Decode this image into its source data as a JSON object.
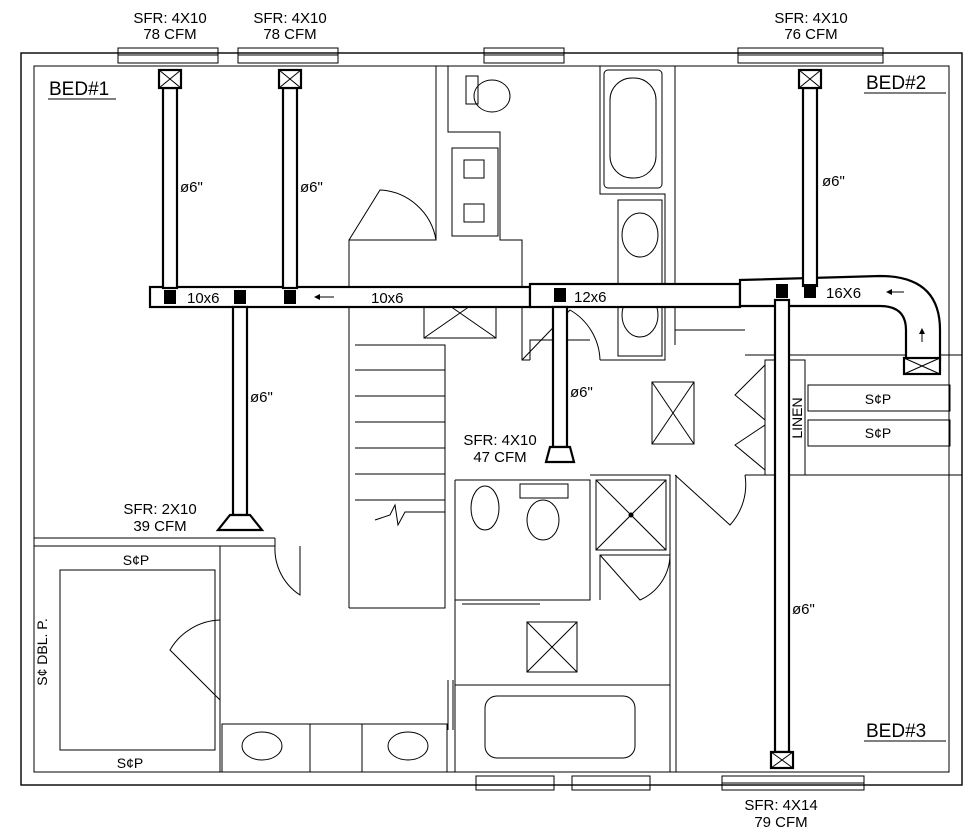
{
  "registers": [
    {
      "size": "SFR: 4X10",
      "cfm": "78 CFM"
    },
    {
      "size": "SFR: 4X10",
      "cfm": "78 CFM"
    },
    {
      "size": "SFR: 4X10",
      "cfm": "76 CFM"
    },
    {
      "size": "SFR: 4X10",
      "cfm": "47 CFM"
    },
    {
      "size": "SFR: 2X10",
      "cfm": "39 CFM"
    },
    {
      "size": "SFR: 4X14",
      "cfm": "79 CFM"
    }
  ],
  "rooms": {
    "bed1": "BED#1",
    "bed2": "BED#2",
    "bed3": "BED#3",
    "linen": "LINEN"
  },
  "ducts": {
    "trunk_a": "10x6",
    "trunk_b": "10x6",
    "trunk_c": "12x6",
    "trunk_d": "16X6",
    "branch": "ø6\""
  },
  "closets": {
    "shelf_pole": "S¢P",
    "double_pole": "S¢ DBL. P."
  }
}
